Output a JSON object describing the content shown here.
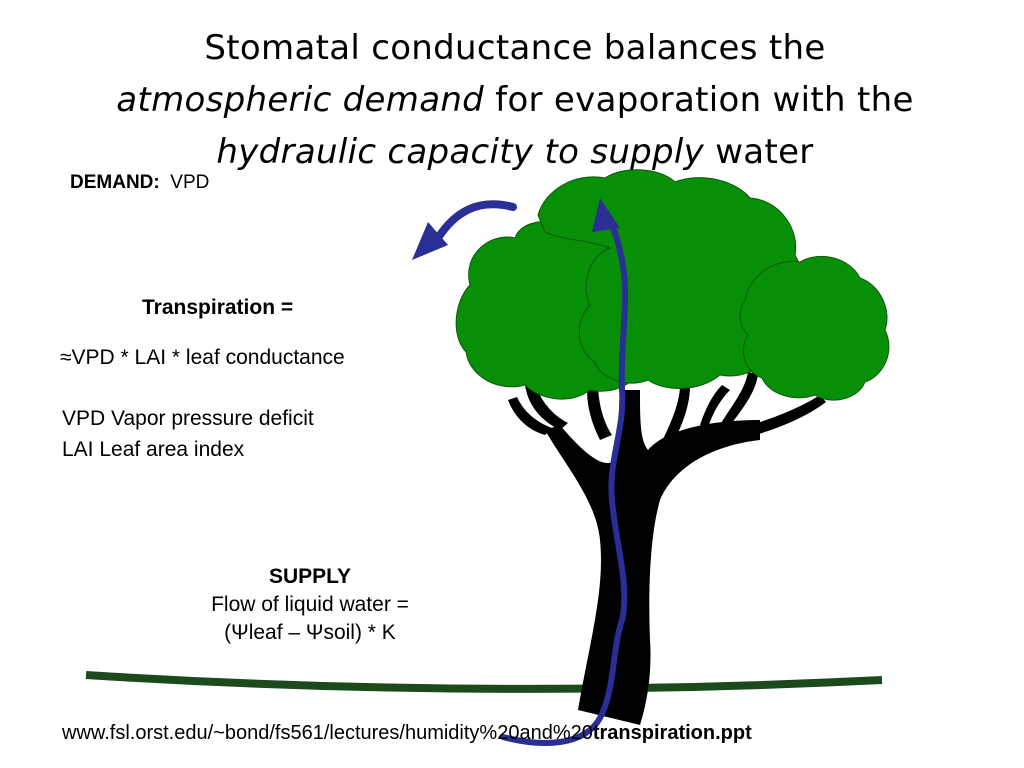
{
  "title": {
    "line1": "Stomatal conductance balances the",
    "line2_italic": "atmospheric demand",
    "line2_rest": " for evaporation with the",
    "line3_italic": "hydraulic capacity to supply",
    "line3_rest": " water"
  },
  "demand": {
    "label": "DEMAND:",
    "value": "VPD"
  },
  "transpiration": {
    "heading": "Transpiration =",
    "approx_symbol": "≈",
    "formula": "VPD * LAI * leaf conductance",
    "definitions": [
      "VPD  Vapor pressure deficit",
      "LAI  Leaf area index"
    ]
  },
  "supply": {
    "heading": "SUPPLY",
    "line1": "Flow of liquid water  =",
    "line2": "(Ψleaf – Ψsoil) * K"
  },
  "source": {
    "prefix": "www.fsl.orst.edu/~bond/fs561/lectures/humidity%20and%20",
    "bold": "transpiration",
    "suffix": ".ppt"
  },
  "colors": {
    "canopy": "#078f07",
    "trunk": "#000000",
    "ground": "#1c4a1c",
    "arrow": "#2b2e94"
  }
}
